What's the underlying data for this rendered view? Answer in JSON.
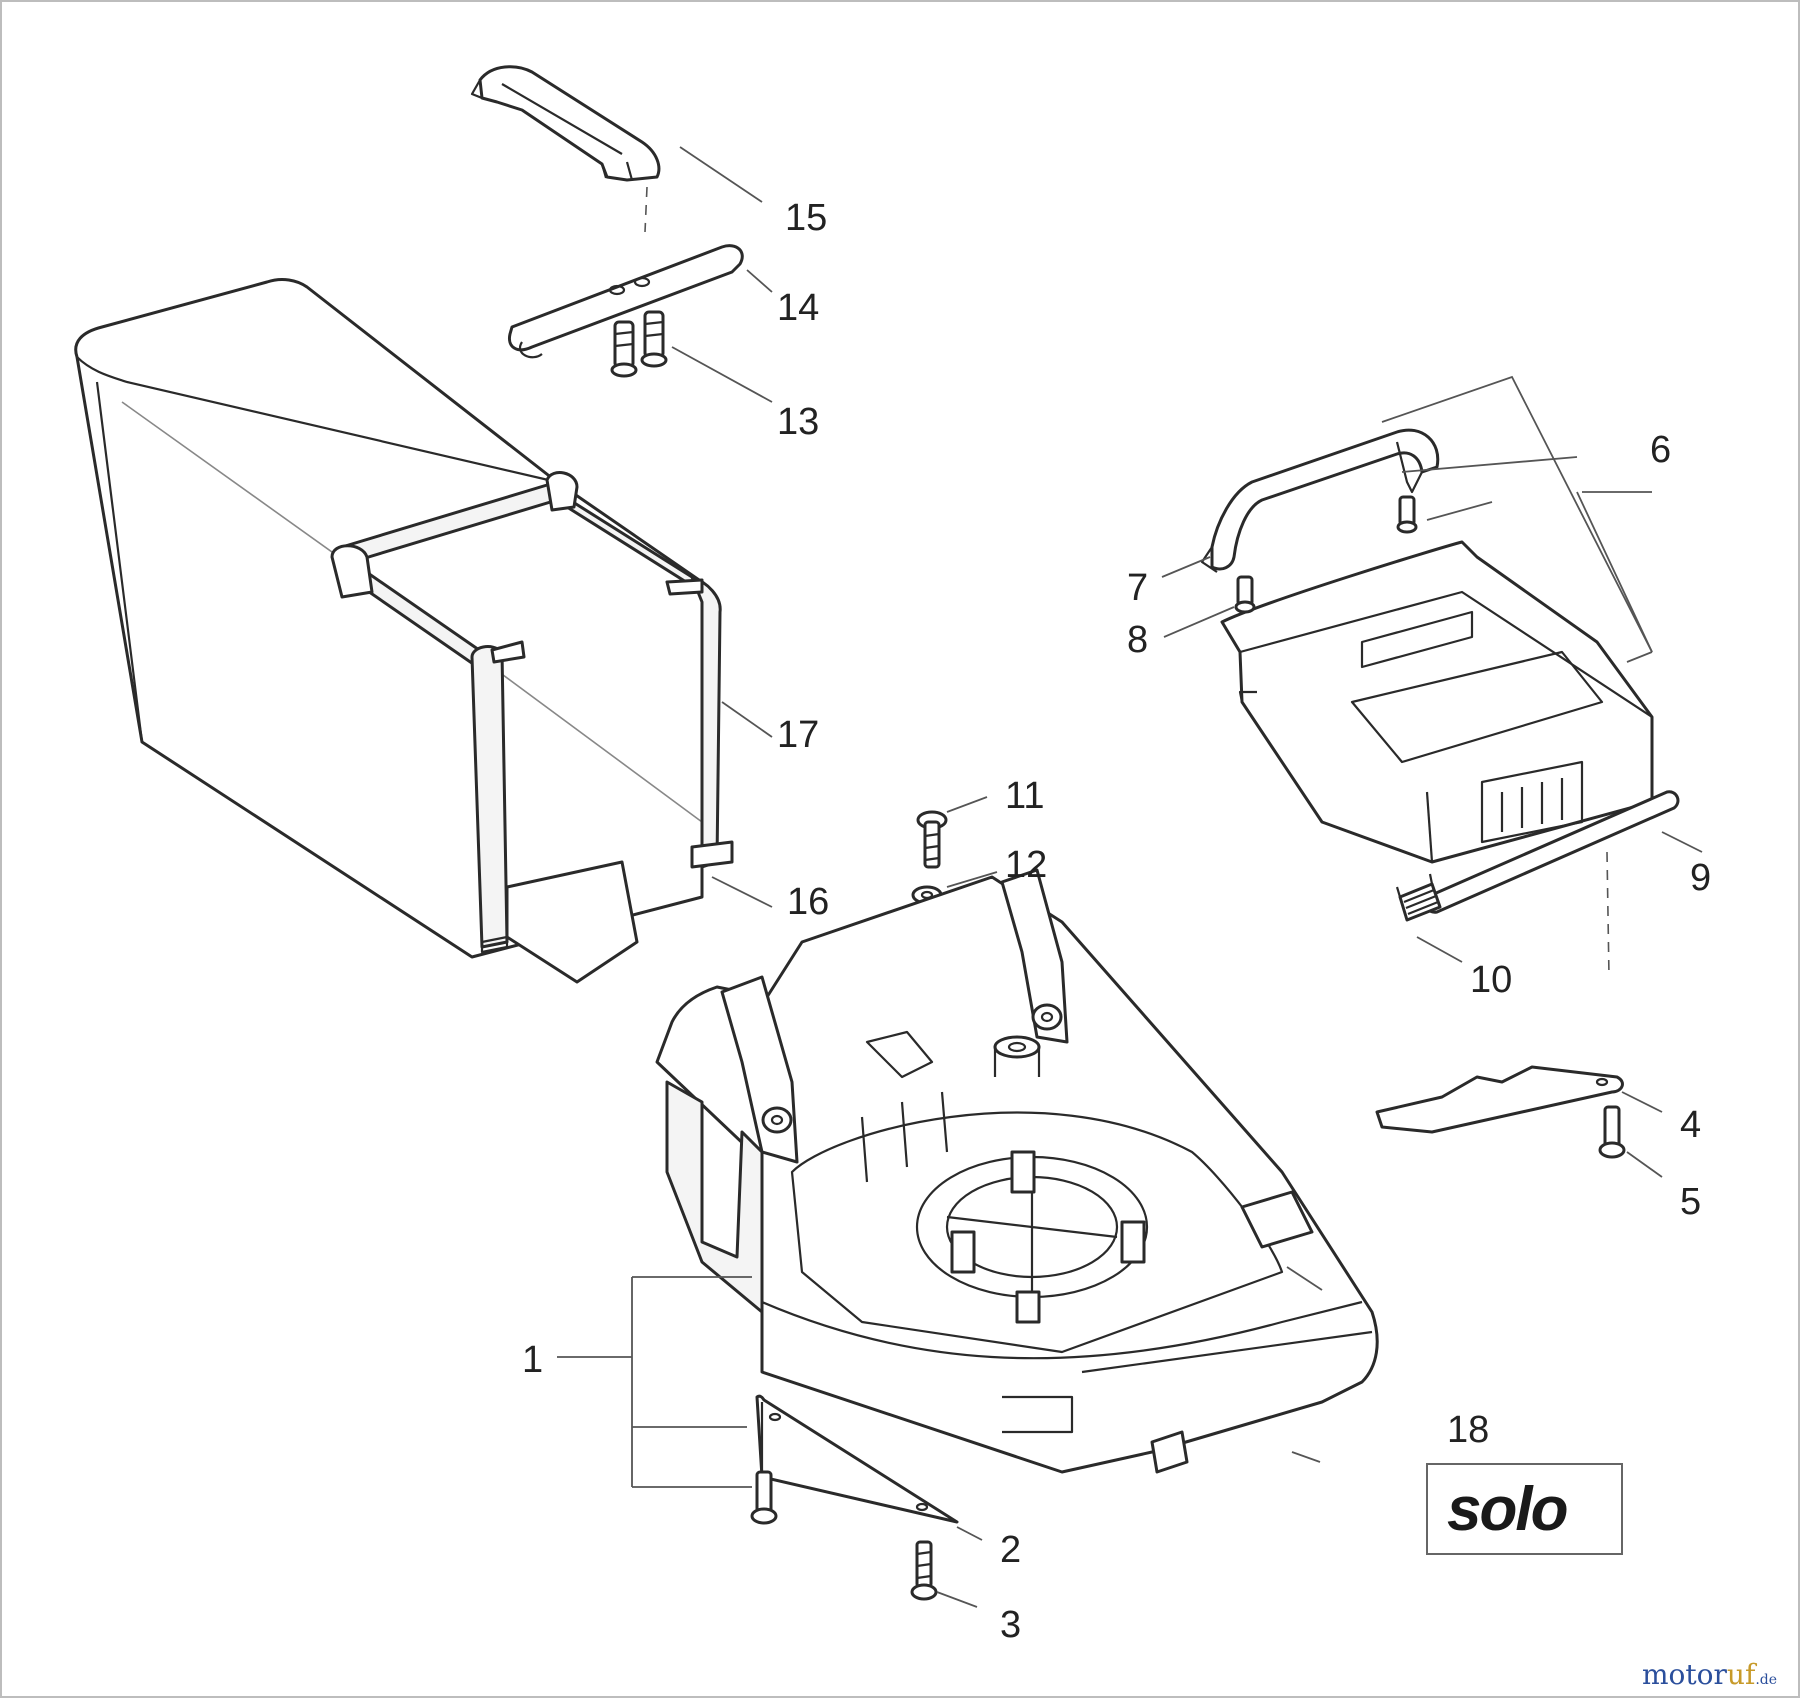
{
  "diagram": {
    "callouts": [
      "1",
      "2",
      "3",
      "4",
      "5",
      "6",
      "7",
      "8",
      "9",
      "10",
      "11",
      "12",
      "13",
      "14",
      "15",
      "16",
      "17",
      "18"
    ],
    "brand_logo": "solo",
    "watermark": {
      "part_a": "motor",
      "part_b": "uf",
      "part_c": ".de"
    },
    "colors": {
      "line": "#2a2a2a",
      "leader": "#555555",
      "watermark_blue": "#2b4f9c",
      "watermark_gold": "#c79a2a"
    }
  }
}
